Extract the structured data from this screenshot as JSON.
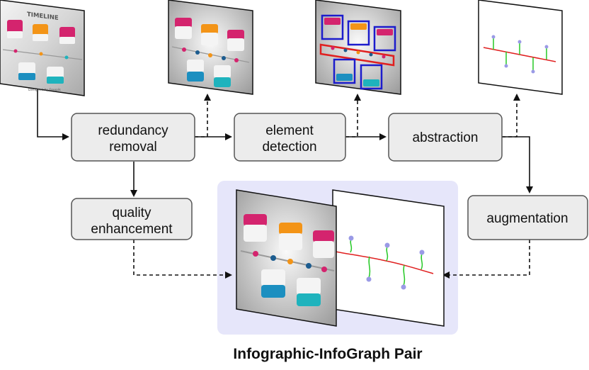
{
  "nodes": {
    "redundancy_removal": {
      "lines": [
        "redundancy",
        "removal"
      ]
    },
    "element_detection": {
      "lines": [
        "element",
        "detection"
      ]
    },
    "abstraction": {
      "lines": [
        "abstraction"
      ]
    },
    "quality_enhancement": {
      "lines": [
        "quality",
        "enhancement"
      ]
    },
    "augmentation": {
      "lines": [
        "augmentation"
      ]
    }
  },
  "thumbnail_text": {
    "title": "TIMELINE",
    "footer": "Designed by Freepik"
  },
  "caption": "Infographic-InfoGraph Pair",
  "colors": {
    "node_fill": "#ececec",
    "node_stroke": "#555555",
    "highlight_bg": "#e6e6fa",
    "magenta": "#d4246e",
    "orange": "#f39417",
    "teal": "#1fb3bd",
    "blue_box": "#1c1ccc",
    "red_line": "#e02020",
    "green_line": "#26c926",
    "point_purple": "#9a9ae6"
  }
}
